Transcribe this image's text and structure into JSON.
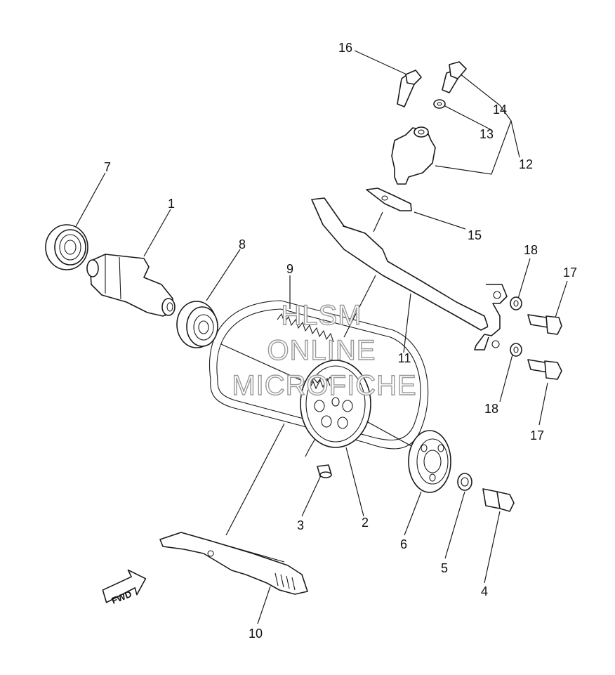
{
  "watermark": {
    "line1": "HLSM",
    "line2": "ONLINE",
    "line3": "MICROFICHE"
  },
  "direction_arrow": {
    "label": "FWD",
    "icon": "fwd-arrow-icon"
  },
  "callouts": {
    "c1": "1",
    "c2": "2",
    "c3": "3",
    "c4": "4",
    "c5": "5",
    "c6": "6",
    "c7": "7",
    "c8": "8",
    "c9": "9",
    "c10": "10",
    "c11": "11",
    "c12": "12",
    "c13": "13",
    "c14": "14",
    "c15": "15",
    "c16": "16",
    "c17a": "17",
    "c17b": "17",
    "c18a": "18",
    "c18b": "18"
  }
}
